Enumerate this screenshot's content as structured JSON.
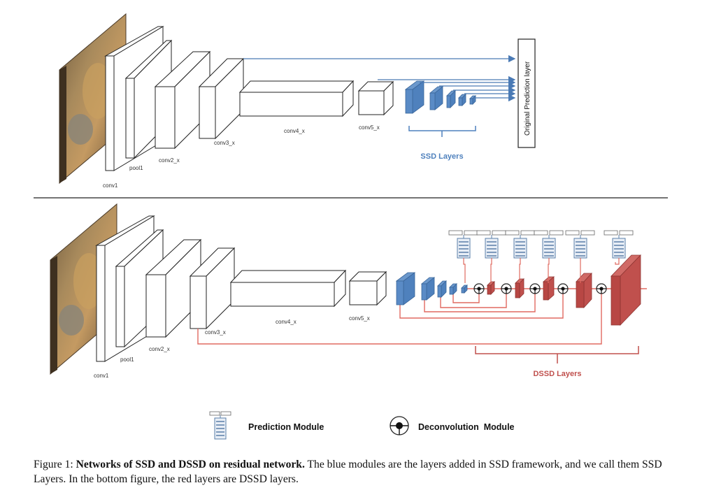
{
  "top_network": {
    "layers": [
      "conv1",
      "pool1",
      "conv2_x",
      "conv3_x",
      "conv4_x",
      "conv5_x"
    ],
    "ssd_label": "SSD Layers",
    "prediction_label": "Original Prediction layer"
  },
  "bottom_network": {
    "layers": [
      "conv1",
      "pool1",
      "conv2_x",
      "conv3_x",
      "conv4_x",
      "conv5_x"
    ],
    "dssd_label": "DSSD Layers"
  },
  "legend": {
    "prediction_module": "Prediction Module",
    "deconvolution_module": "Deconvolution  Module"
  },
  "caption": {
    "prefix": "Figure 1: ",
    "bold": "Networks of SSD and DSSD on residual network.",
    "text": " The blue modules are the layers added in SSD framework, and we call them SSD Layers. In the bottom figure, the red layers are DSSD layers."
  },
  "colors": {
    "ssd_blue": "#4f81bd",
    "dssd_red": "#c0504d",
    "connector_red": "#e06a60",
    "arrow_blue": "#4a7ab5"
  }
}
